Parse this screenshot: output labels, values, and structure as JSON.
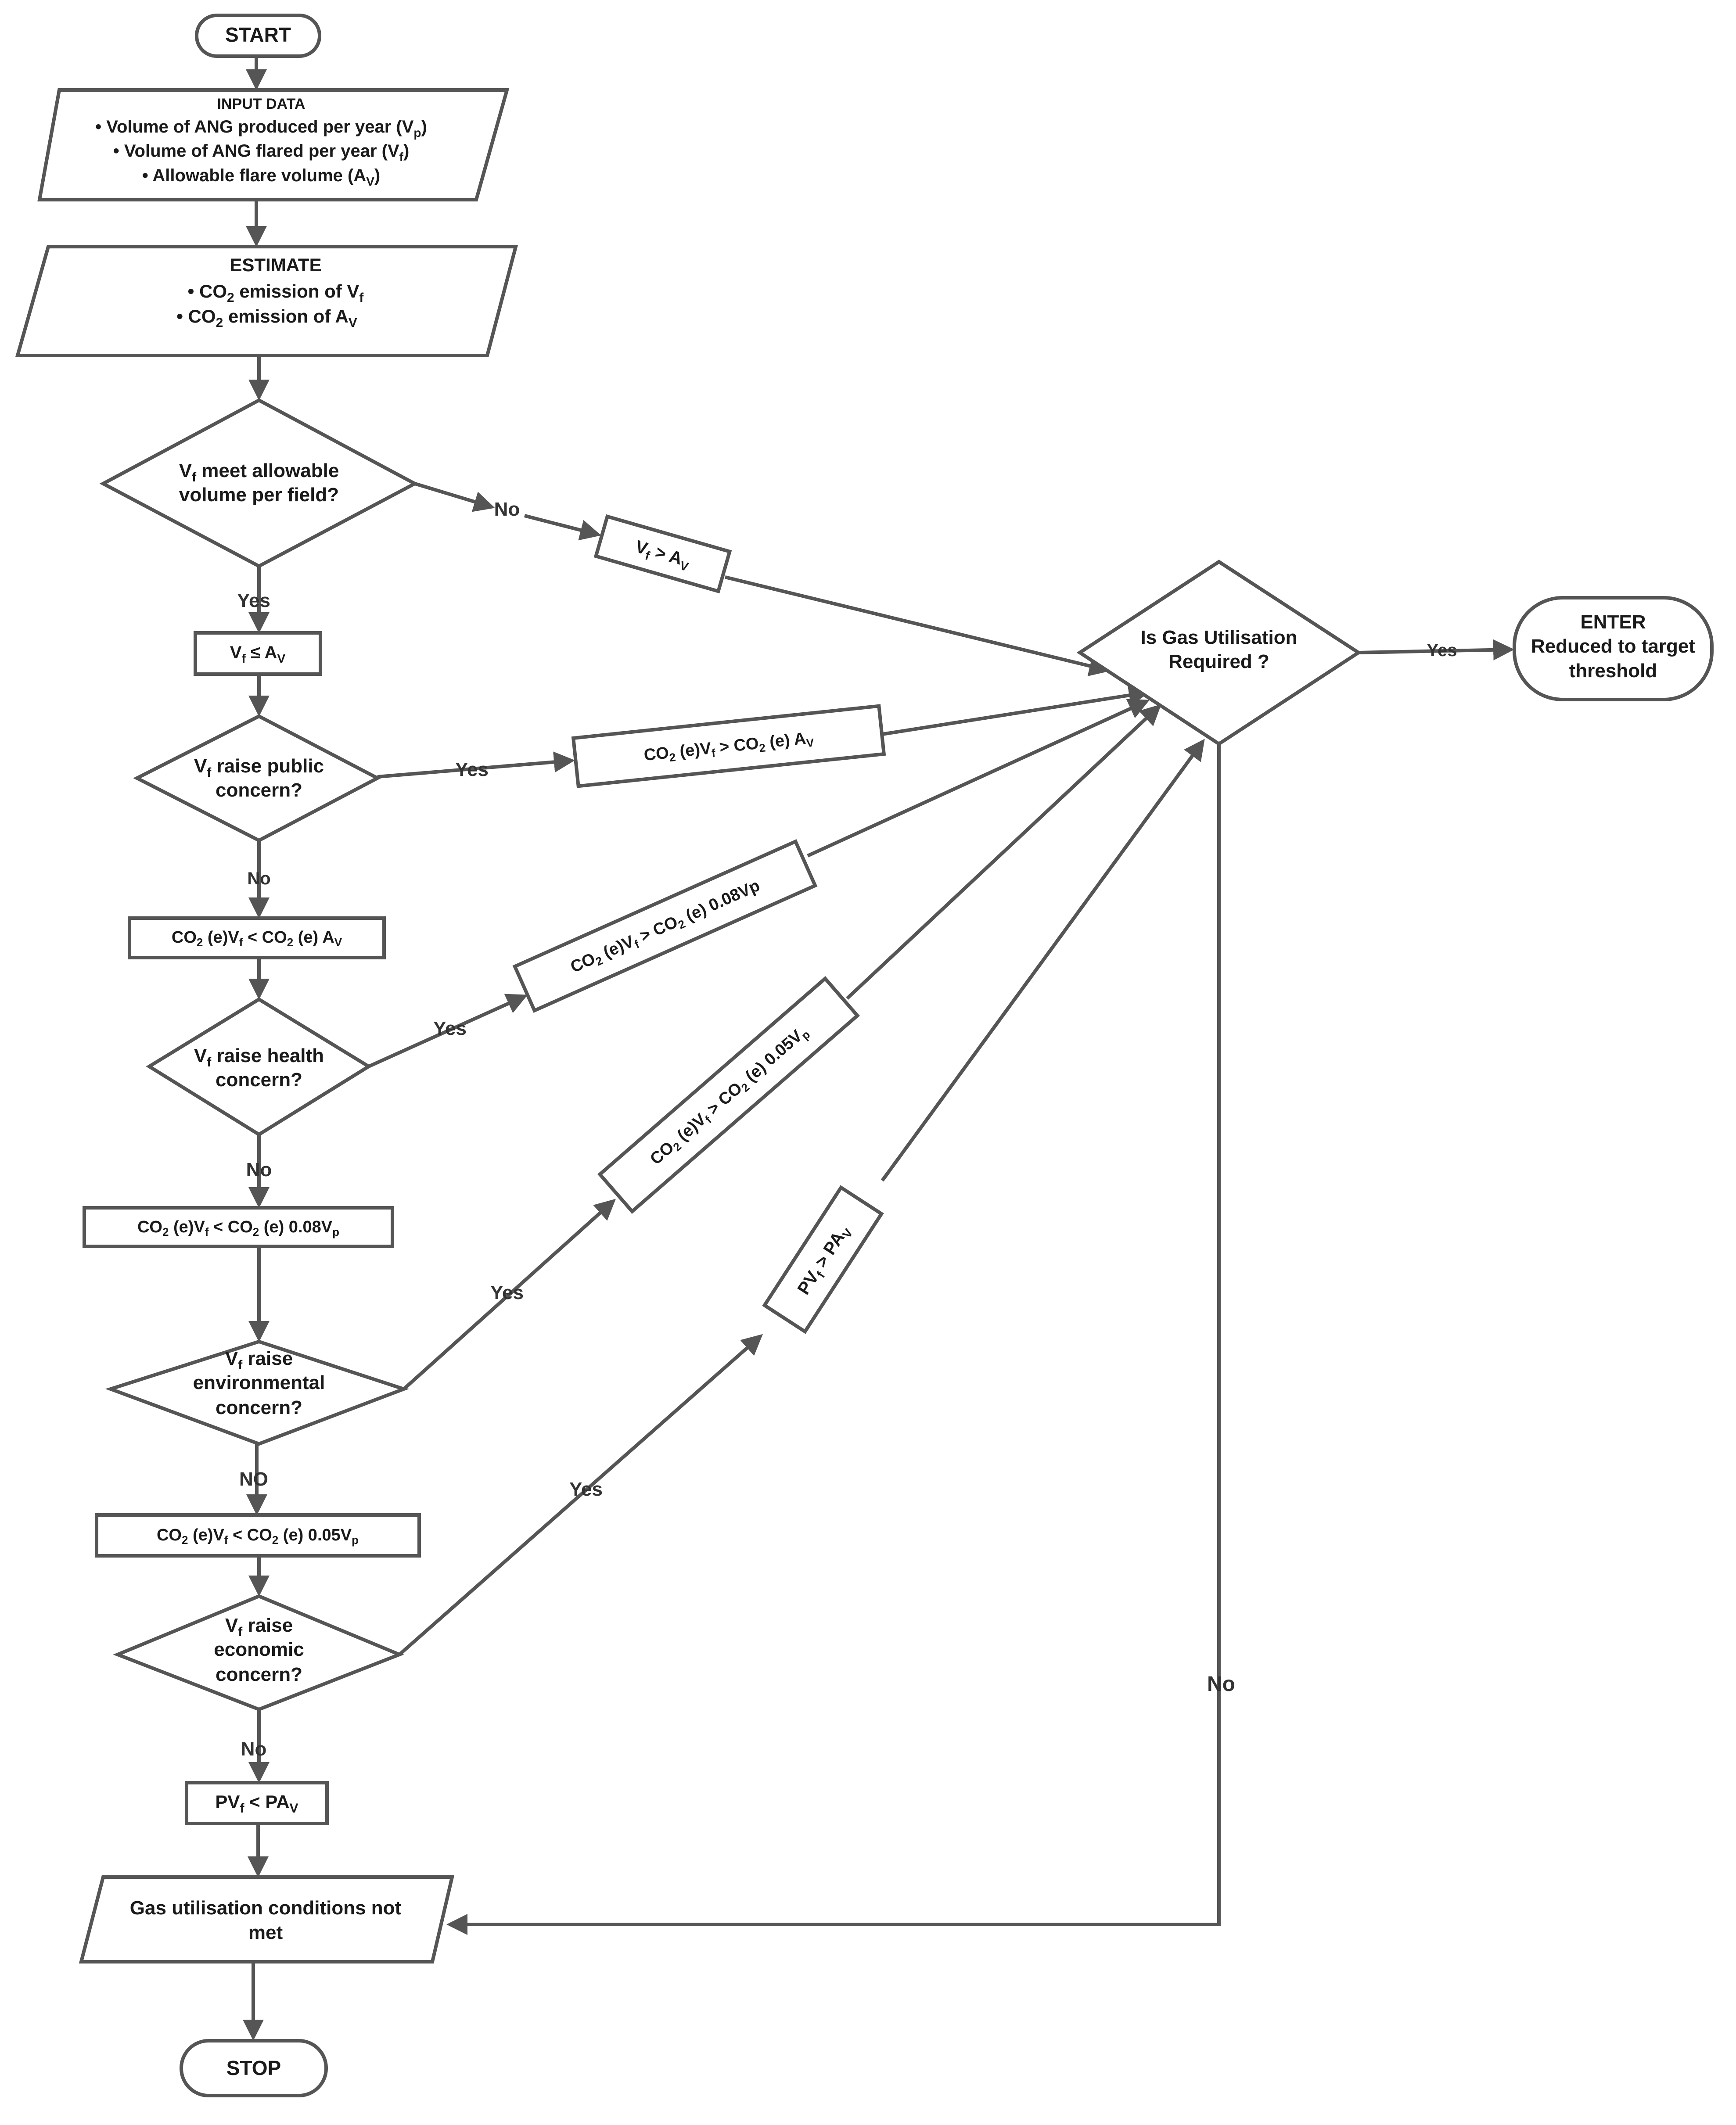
{
  "nodes": {
    "start": "START",
    "input": {
      "title": "INPUT DATA",
      "items": [
        {
          "bullet": "•",
          "text": "Volume of ANG produced per year (V",
          "sub": "p",
          "after": ")"
        },
        {
          "bullet": "•",
          "text": "Volume of ANG flared per year (V",
          "sub": "f",
          "after": ")"
        },
        {
          "bullet": "•",
          "text": "Allowable flare volume (A",
          "sub": "V",
          "after": ")"
        }
      ]
    },
    "estimate": {
      "title": "ESTIMATE",
      "items": [
        {
          "bullet": "•",
          "pre": "CO",
          "sub1": "2",
          "mid": " emission of V",
          "sub2": "f"
        },
        {
          "bullet": "•",
          "pre": "CO",
          "sub1": "2",
          "mid": " emission of A",
          "sub2": "V"
        }
      ]
    },
    "d1": {
      "line1_pre": "V",
      "line1_sub": "f",
      "line1_post": " meet allowable",
      "line2": "volume per field?"
    },
    "b1": {
      "pre": "V",
      "sub": "f",
      "post": " ≤ A",
      "sub2": "V"
    },
    "d2": {
      "line1_pre": "V",
      "line1_sub": "f",
      "line1_post": " raise public",
      "line2": "concern?"
    },
    "b2": {
      "a": "CO",
      "a_sub": "2",
      "b": " (e)V",
      "b_sub": "f",
      "c": "  <  CO",
      "c_sub": "2",
      "d": " (e) A",
      "d_sub": "V"
    },
    "d3": {
      "line1_pre": "V",
      "line1_sub": "f",
      "line1_post": " raise health",
      "line2": "concern?"
    },
    "b3": {
      "a": "CO",
      "a_sub": "2",
      "b": " (e)V",
      "b_sub": "f",
      "c": "  <  CO",
      "c_sub": "2",
      "d": " (e) 0.08V",
      "d_sub": "p"
    },
    "d4": {
      "line1_pre": "V",
      "line1_sub": "f",
      "line1_post": " raise",
      "line2": "environmental",
      "line3": "concern?"
    },
    "b4": {
      "a": "CO",
      "a_sub": "2",
      "b": " (e)V",
      "b_sub": "f",
      "c": "  <  CO",
      "c_sub": "2",
      "d": " (e) 0.05V",
      "d_sub": "p"
    },
    "d5": {
      "line1_pre": "V",
      "line1_sub": "f",
      "line1_post": " raise",
      "line2": "economic",
      "line3": "concern?"
    },
    "b5": {
      "a": "PV",
      "a_sub": "f",
      "b": " < PA",
      "b_sub": "V"
    },
    "notmet": {
      "line1": "Gas utilisation conditions not",
      "line2": "met"
    },
    "stop": "STOP",
    "r1": {
      "pre": "V",
      "sub": "f",
      "post": " > A",
      "sub2": "V"
    },
    "r2": {
      "a": "CO",
      "a_sub": "2",
      "b": " (e)V",
      "b_sub": "f",
      "c": "  >  CO",
      "c_sub": "2",
      "d": " (e) A",
      "d_sub": "V"
    },
    "r3": {
      "a": "CO",
      "a_sub": "2",
      "b": " (e)V",
      "b_sub": "f",
      "c": " > CO",
      "c_sub": "2",
      "d": " (e) 0.08Vp"
    },
    "r4": {
      "a": "CO",
      "a_sub": "2",
      "b": " (e)V",
      "b_sub": "f",
      "c": " > CO",
      "c_sub": "2",
      "d": " (e) 0.05V",
      "d_sub": "p"
    },
    "r5": {
      "a": "PV",
      "a_sub": "f",
      "b": " > PA",
      "b_sub": "V"
    },
    "gas": {
      "line1": "Is Gas Utilisation",
      "line2": "Required ?"
    },
    "enter": {
      "line1": "ENTER",
      "line2": "Reduced to target",
      "line3": "threshold"
    }
  },
  "edge_labels": {
    "d1_no": "No",
    "d1_yes": "Yes",
    "d2_yes": "Yes",
    "d2_no": "No",
    "d3_yes": "Yes",
    "d3_no": "No",
    "d4_yes": "Yes",
    "d4_no": "NO",
    "d5_yes": "Yes",
    "d5_no": "No",
    "gas_yes": "Yes",
    "gas_no": "No"
  }
}
